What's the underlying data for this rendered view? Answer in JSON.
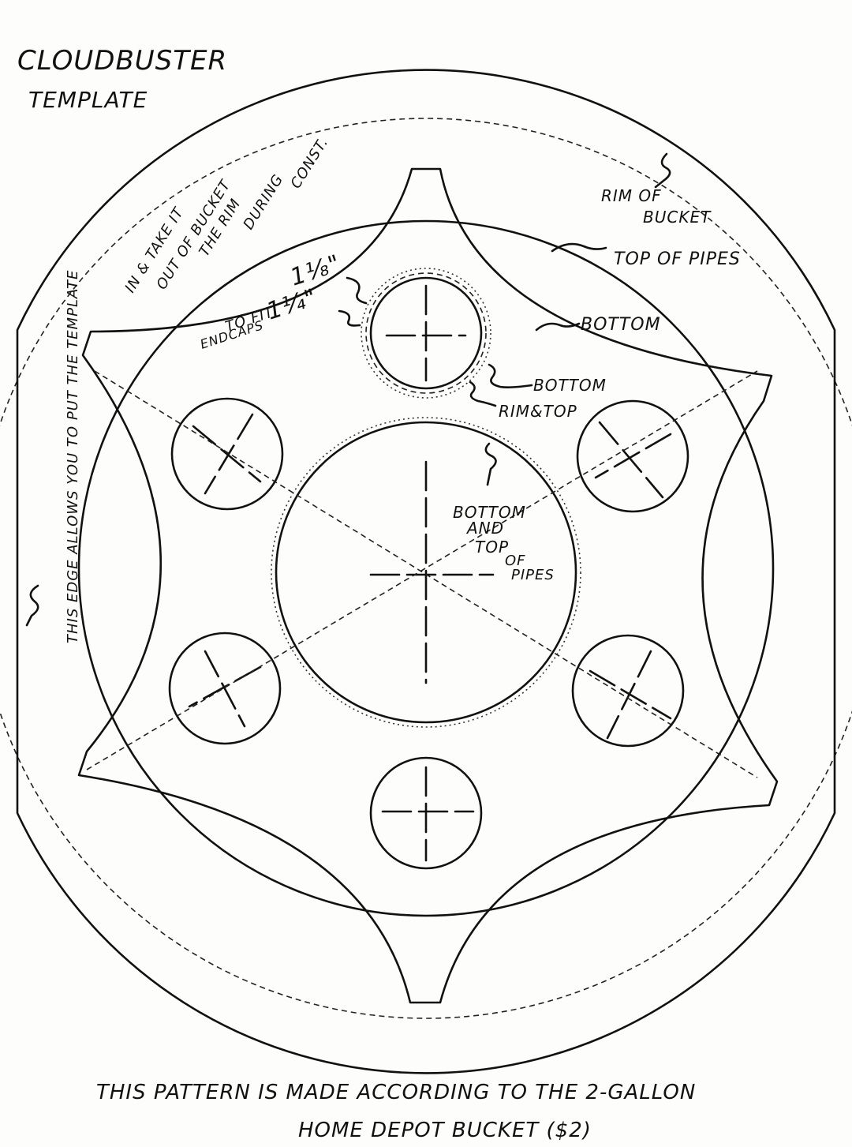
{
  "title": {
    "line1": "CLOUDBUSTER",
    "line2": "TEMPLATE"
  },
  "labels": {
    "rim_of_bucket_1": "RIM OF",
    "rim_of_bucket_2": "BUCKET",
    "top_of_pipes": "TOP OF PIPES",
    "bottom_outer": "BOTTOM",
    "bottom_hole": "BOTTOM",
    "rim_top": "RIM&TOP",
    "center_1": "BOTTOM",
    "center_2": "AND",
    "center_3": "TOP",
    "center_4": "OF",
    "center_5": "PIPES",
    "dim_1_1_8": "1⅛\"",
    "dim_1_1_4": "1¼\"",
    "to_fit_1": "TO FIT",
    "to_fit_2": "ENDCAPS",
    "side_note": "THIS EDGE ALLOWS YOU TO PUT THE TEMPLATE",
    "top_note_1": "IN & TAKE IT",
    "top_note_2": "OUT OF BUCKET",
    "top_note_3": "THE RIM",
    "top_note_4": "DURING",
    "top_note_5": "CONST."
  },
  "footer": {
    "line1": "THIS PATTERN IS MADE ACCORDING TO THE 2-GALLON",
    "line2": "HOME DEPOT BUCKET ($2)"
  },
  "colors": {
    "ink": "#111111",
    "paper": "#fdfdfb"
  }
}
